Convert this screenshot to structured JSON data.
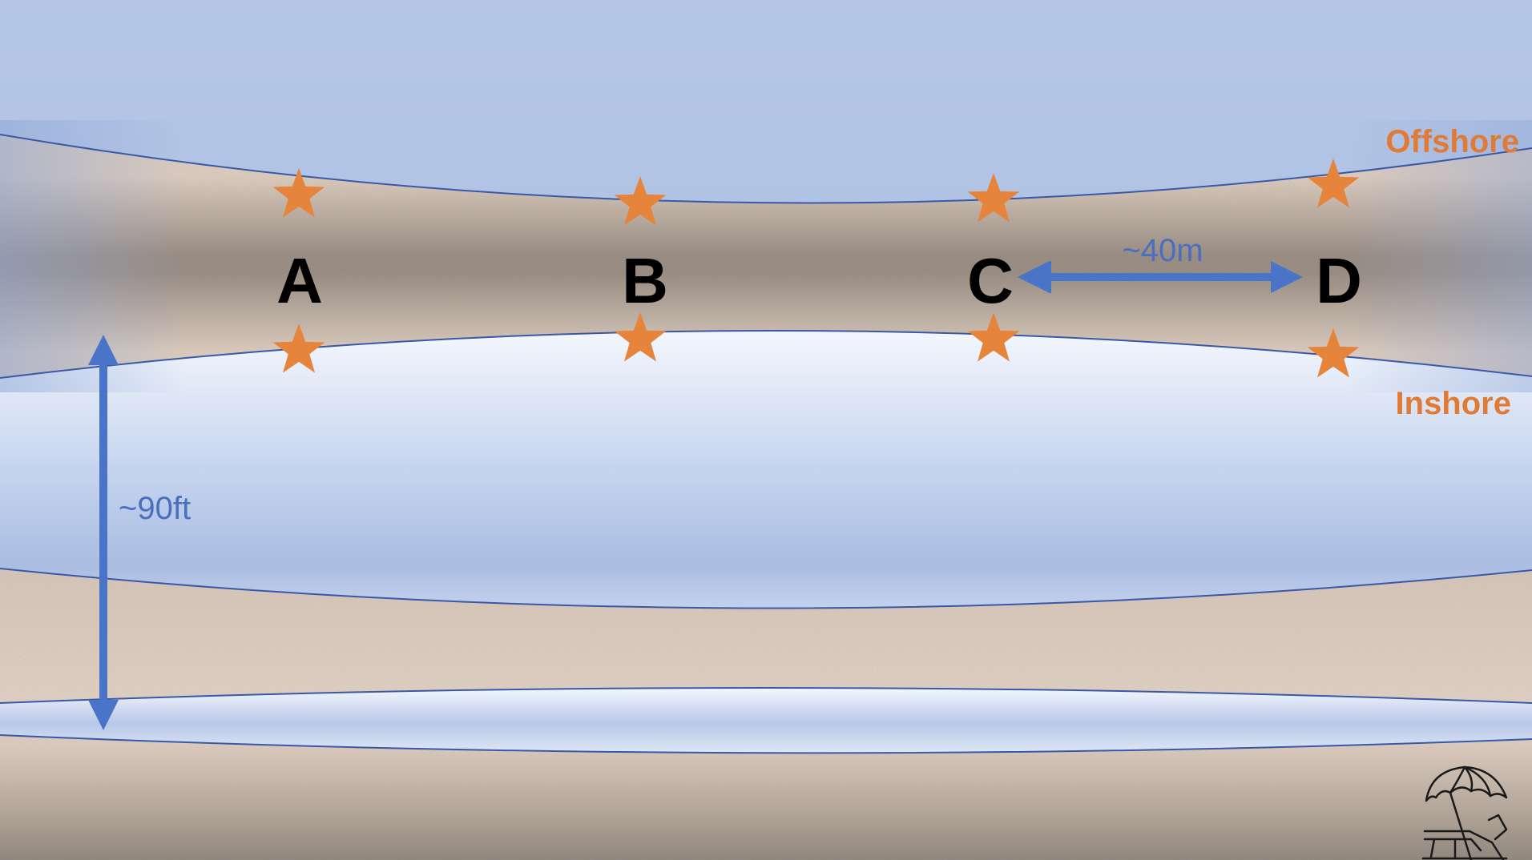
{
  "labels": {
    "offshore": "Offshore",
    "inshore": "Inshore",
    "spacing": "~40m",
    "width": "~90ft"
  },
  "stations": [
    {
      "name": "A"
    },
    {
      "name": "B"
    },
    {
      "name": "C"
    },
    {
      "name": "D"
    }
  ],
  "icons": {
    "marker": "star-icon",
    "corner": "beach-umbrella-chair-icon"
  },
  "colors": {
    "water_light": "#eef3fb",
    "water_mid": "#abbfe2",
    "sand_light": "#e4d4c6",
    "sand_dark": "#958a80",
    "outline": "#3a58a8",
    "arrow": "#4a74c8",
    "marker": "#e6843c",
    "station_text": "#000000",
    "zone_text": "#e07a35",
    "measure_text": "#4a6fc0"
  }
}
